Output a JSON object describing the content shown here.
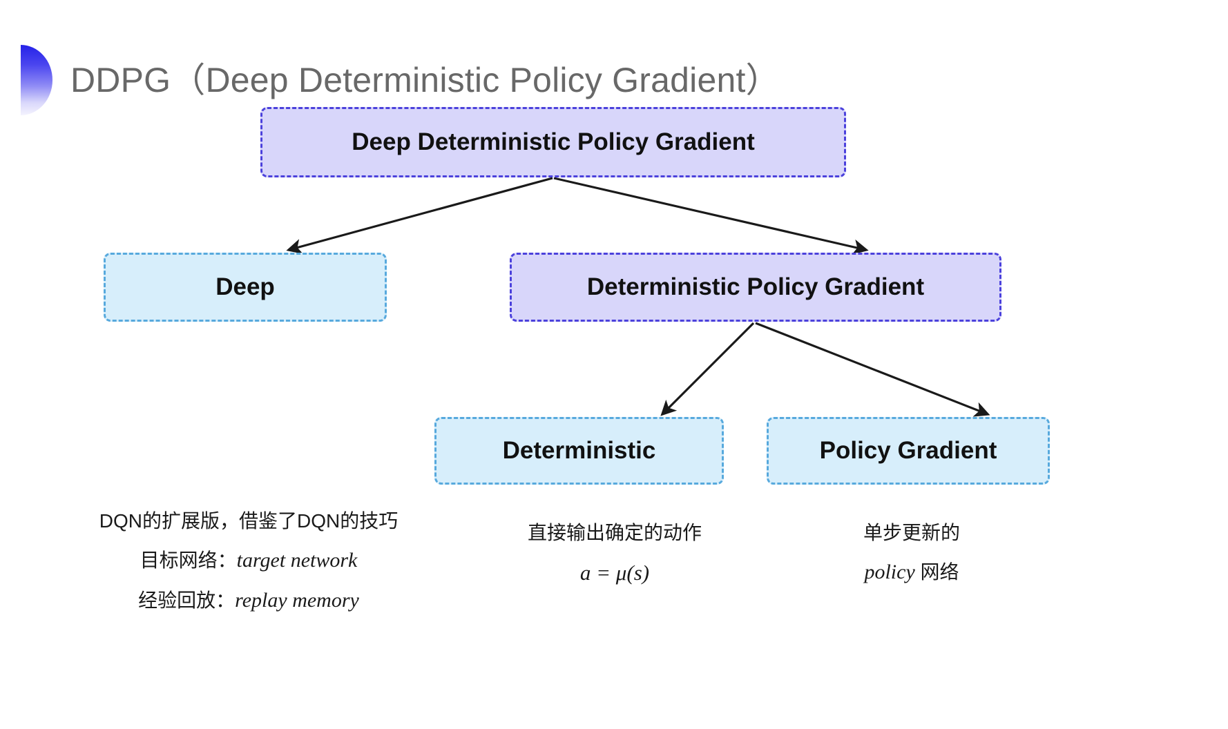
{
  "slide": {
    "title": "DDPG（Deep Deterministic Policy Gradient）",
    "bullet_icon": "half-circle-bullet-icon",
    "background_color": "#ffffff",
    "title_color": "#686868"
  },
  "colors": {
    "purple_fill": "#d8d6fa",
    "purple_border": "#4b41dc",
    "cyan_fill": "#d7eefb",
    "cyan_border": "#57a9dd",
    "arrow": "#1a1a1a",
    "bullet_gradient_start": "#2522e8",
    "bullet_gradient_end": "#f4f3fe"
  },
  "diagram": {
    "type": "tree",
    "nodes": [
      {
        "id": "root",
        "label": "Deep Deterministic Policy Gradient",
        "style": "purple",
        "level": 0
      },
      {
        "id": "deep",
        "label": "Deep",
        "style": "cyan",
        "level": 1
      },
      {
        "id": "dpg",
        "label": "Deterministic Policy Gradient",
        "style": "purple",
        "level": 1
      },
      {
        "id": "deterministic",
        "label": "Deterministic",
        "style": "cyan",
        "level": 2
      },
      {
        "id": "policy_gradient",
        "label": "Policy Gradient",
        "style": "cyan",
        "level": 2
      }
    ],
    "edges": [
      {
        "from": "root",
        "to": "deep"
      },
      {
        "from": "root",
        "to": "dpg"
      },
      {
        "from": "dpg",
        "to": "deterministic"
      },
      {
        "from": "dpg",
        "to": "policy_gradient"
      }
    ]
  },
  "captions": {
    "deep": {
      "lines": [
        "DQN的扩展版，借鉴了DQN的技巧",
        "目标网络：",
        "经验回放："
      ],
      "italic_terms": [
        "target network",
        "replay memory"
      ]
    },
    "deterministic": {
      "line1": "直接输出确定的动作",
      "formula": "a = μ(s)"
    },
    "policy_gradient": {
      "line1": "单步更新的",
      "italic_term": "policy",
      "line2_tail": " 网络"
    }
  }
}
